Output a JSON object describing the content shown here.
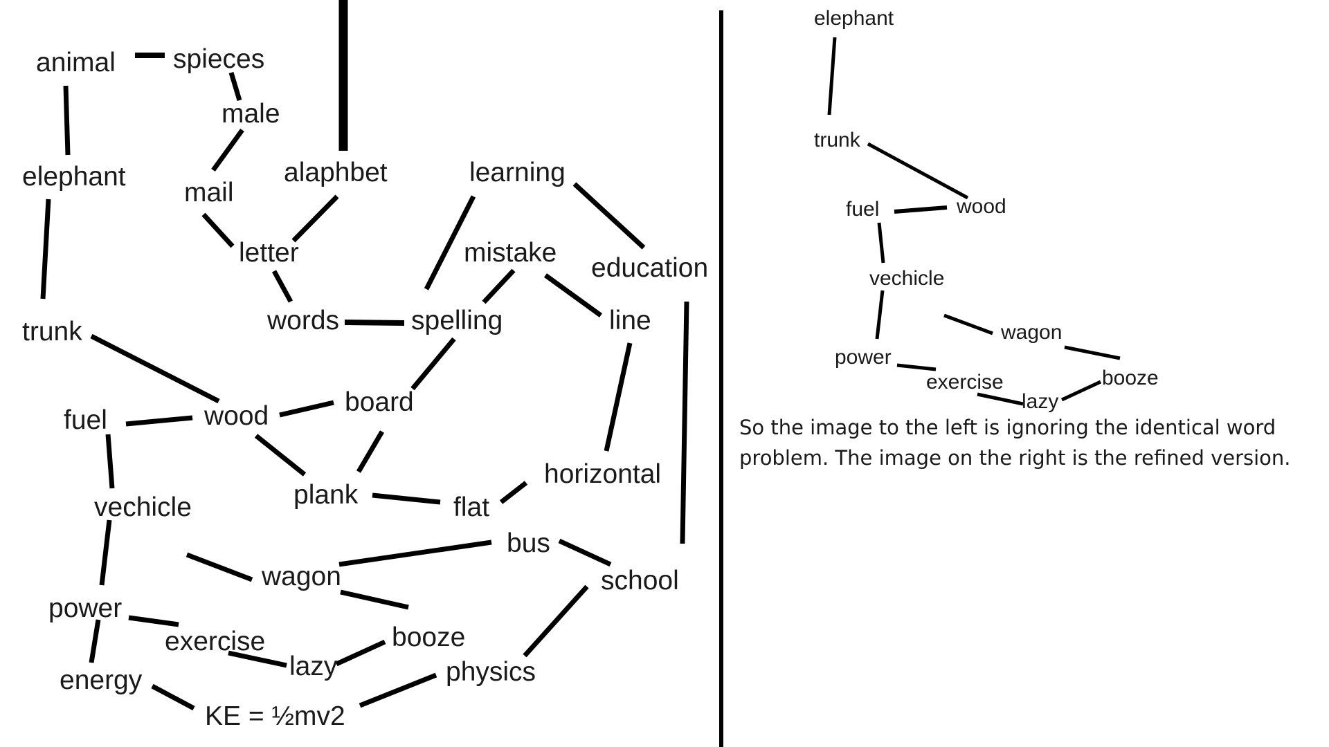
{
  "left_panel": {
    "words": [
      "animal",
      "spieces",
      "male",
      "elephant",
      "mail",
      "alaphbet",
      "learning",
      "letter",
      "mistake",
      "education",
      "trunk",
      "words",
      "spelling",
      "line",
      "board",
      "fuel",
      "wood",
      "horizontal",
      "plank",
      "flat",
      "vechicle",
      "bus",
      "school",
      "wagon",
      "power",
      "booze",
      "exercise",
      "lazy",
      "energy",
      "physics",
      "KE = ½mv2"
    ]
  },
  "right_panel": {
    "words": [
      "elephant",
      "trunk",
      "wood",
      "fuel",
      "vechicle",
      "wagon",
      "power",
      "booze",
      "exercise",
      "lazy"
    ],
    "caption": "So the image to the left is ignoring the identical word problem. The image on the right is the refined version."
  },
  "colors": {
    "ink": "#000000",
    "text": "#1a1a1a",
    "background": "#ffffff"
  }
}
